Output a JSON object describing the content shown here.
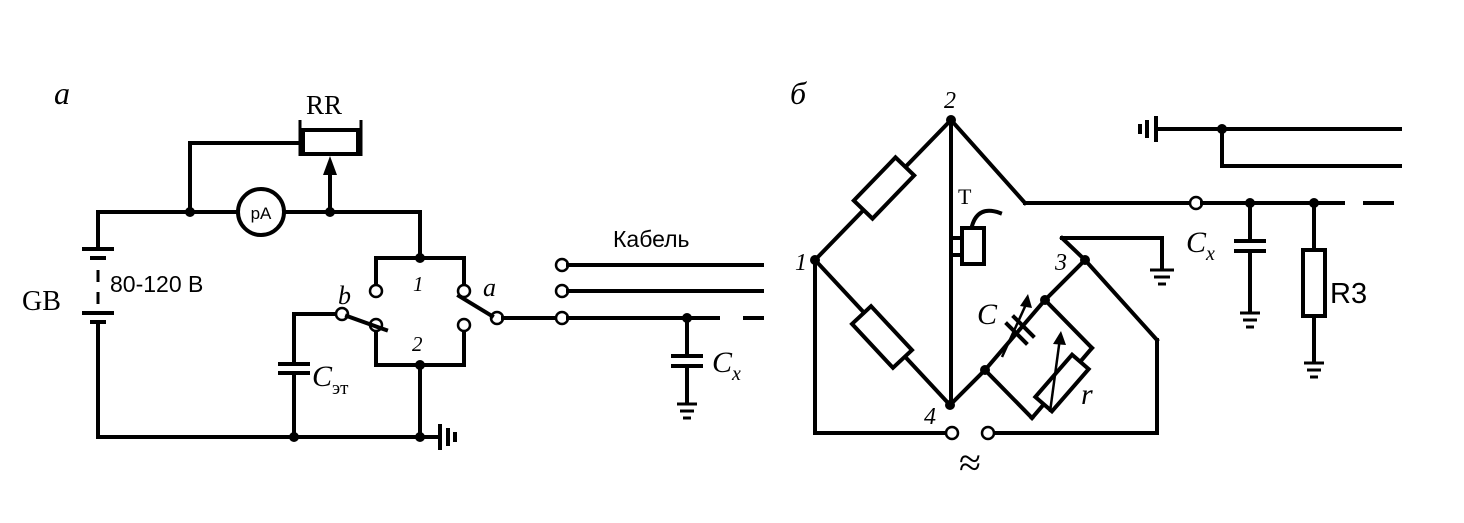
{
  "panel_a": {
    "tag": "a",
    "rheostat": "RR",
    "meter": "pA",
    "battery": "GB",
    "voltage": "80-120 В",
    "switch_b": "b",
    "switch_a": "a",
    "pos_1": "1",
    "pos_2": "2",
    "c_ref_main": "C",
    "c_ref_sub": "эт",
    "cable": "Кабель",
    "cx_main": "C",
    "cx_sub": "x"
  },
  "panel_b": {
    "tag": "б",
    "node_1": "1",
    "node_2": "2",
    "node_3": "3",
    "node_4": "4",
    "phones": "T",
    "c_var": "C",
    "r_var": "r",
    "cx_main": "C",
    "cx_sub": "x",
    "r_ground": "R3",
    "ac_source": "≈"
  }
}
